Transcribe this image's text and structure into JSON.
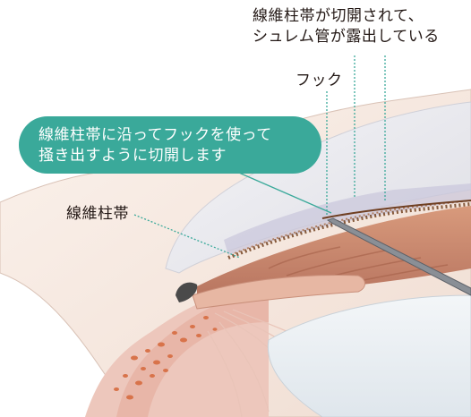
{
  "labels": {
    "schlemm_exposed_line1": "線維柱帯が切開されて、",
    "schlemm_exposed_line2": "シュレム管が露出している",
    "hook": "フック",
    "trabecular_meshwork": "線維柱帯"
  },
  "callout": {
    "line1": "線維柱帯に沿ってフックを使って",
    "line2": "掻き出すように切開します"
  },
  "colors": {
    "callout_bg": "#3aa99a",
    "leader_line": "#3aa99a",
    "cornea": "#f5e7df",
    "sclera_dots": "#d8734a",
    "iris": "#c6846a",
    "lens": "#e9eef2",
    "meshwork_dots": "#7a4a2a"
  }
}
